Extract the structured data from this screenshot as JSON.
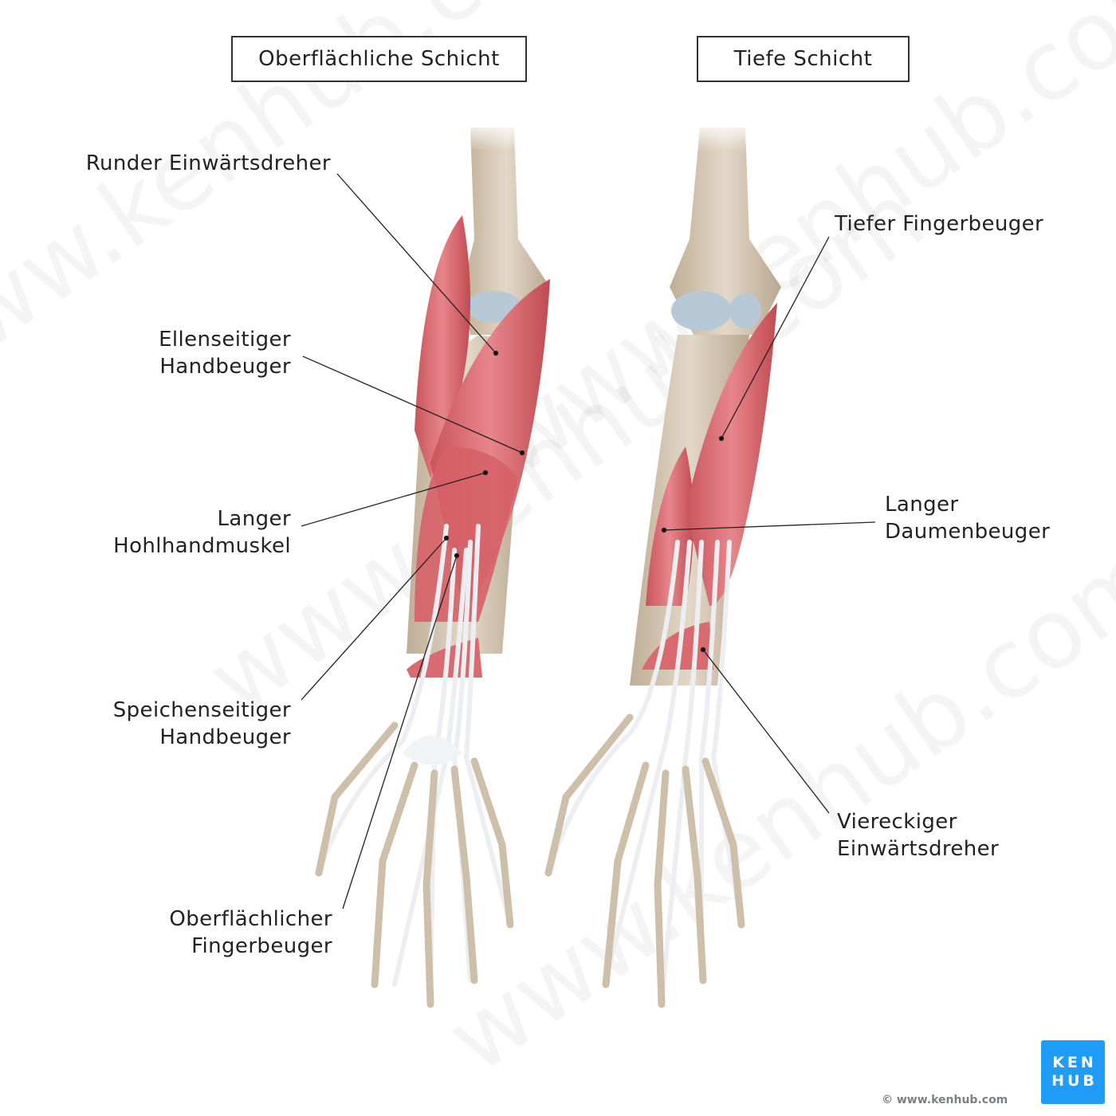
{
  "headers": {
    "superficial": "Oberflächliche Schicht",
    "deep": "Tiefe Schicht"
  },
  "labels": {
    "pronator_teres": "Runder Einwärtsdreher",
    "fcu": [
      "Ellenseitiger",
      "Handbeuger"
    ],
    "palmaris_longus": [
      "Langer",
      "Hohlhandmuskel"
    ],
    "fcr": [
      "Speichenseitiger",
      "Handbeuger"
    ],
    "fds": [
      "Oberflächlicher",
      "Fingerbeuger"
    ],
    "fdp": "Tiefer Fingerbeuger",
    "fpl": [
      "Langer",
      "Daumenbeuger"
    ],
    "pronator_quadratus": [
      "Viereckiger",
      "Einwärtsdreher"
    ]
  },
  "logo": {
    "line1": "KEN",
    "line2": "HUB"
  },
  "copyright": "© www.kenhub.com",
  "watermark": "www.kenhub.com",
  "colors": {
    "muscle": "#d9696f",
    "bone": "#d9ccb8",
    "cartilage": "#b7c8d6",
    "tendon": "#eceef2",
    "logo": "#1e9cf8"
  }
}
